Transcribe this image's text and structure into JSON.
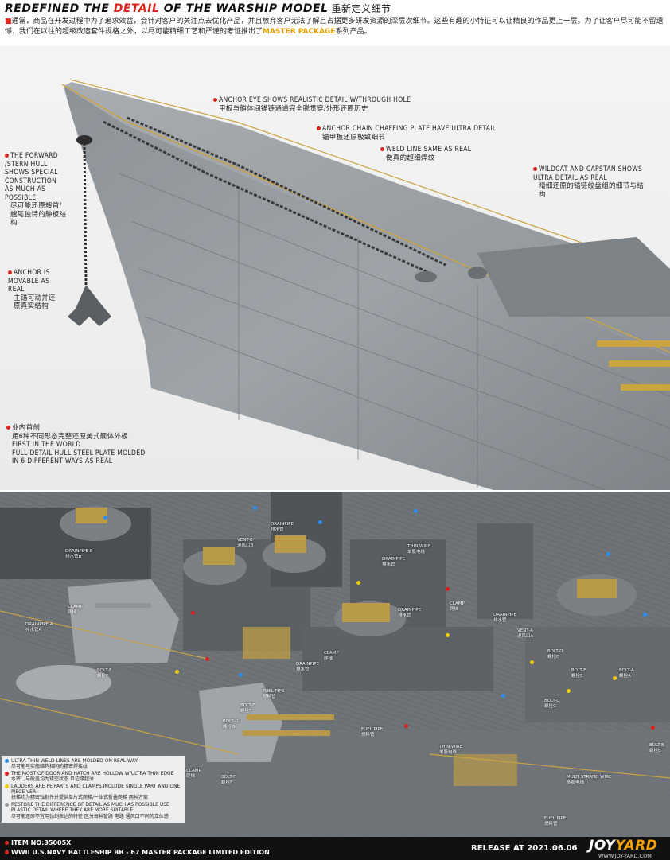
{
  "header": {
    "title_part1": "REDEFINED THE ",
    "title_highlight": "DETAIL",
    "title_part2": " OF THE WARSHIP MODEL",
    "title_cn": "重新定义细节",
    "intro_bullet": "■",
    "intro_text_1": "通常，商品在开发过程中为了追求效益，会针对客户的关注点去优化产品，并且放弃客户无法了解且占据更多研发资源的深层次细节。这些有趣的小特征可以让精良的作品更上一层。为了让客户尽可能不留遗憾，我们在以往的超级改造套件规格之外，以尽可能精细工艺和严谨的考证推出了",
    "intro_highlight": "MASTER PACKAGE",
    "intro_text_2": "系列产品。"
  },
  "callouts": {
    "anchor_eye": {
      "en": "ANCHOR EYE SHOWS REALISTIC DETAIL W/THROUGH HOLE",
      "cn": "甲板与艏体间锚链通道完全脱贯穿/外形还原历史"
    },
    "chain_plate": {
      "en": "ANCHOR CHAIN CHAFFING PLATE HAVE ULTRA DETAIL",
      "cn": "锚甲板还原极致细节"
    },
    "weld_line": {
      "en": "WELD LINE SAME AS REAL",
      "cn": "做真的超细焊纹"
    },
    "wildcat": {
      "en": "WILDCAT AND CAPSTAN SHOWS ULTRA DETAIL AS REAL",
      "cn": "精细还原的锚链绞盘组的细节与结构"
    },
    "forward_hull": {
      "en": "THE FORWARD /STERN HULL SHOWS SPECIAL CONSTRUCTION AS MUCH AS POSSIBLE",
      "cn": "尽可能还原艘首/艘尾独特的舯板结构"
    },
    "anchor": {
      "en": "ANCHOR IS MOVABLE AS REAL",
      "cn": "主锚可动并还原真实结构"
    },
    "first_world": {
      "cn1": "业内首创",
      "cn2": "用6种不同形态完整还原美式舰体外板",
      "en1": "FIRST IN THE WORLD",
      "en2": "FULL DETAIL HULL STEEL PLATE MOLDED",
      "en3": "IN 6 DIFFERENT WAYS AS REAL"
    }
  },
  "photo_labels": [
    {
      "en": "DRAINPIPE-B",
      "cn": "排水管B"
    },
    {
      "en": "DRAINPIPE-A",
      "cn": "排水管A"
    },
    {
      "en": "CLAMP",
      "cn": "爬梯"
    },
    {
      "en": "BOLT-F",
      "cn": "螺栓F"
    },
    {
      "en": "VENT-B",
      "cn": "通风口B"
    },
    {
      "en": "DRAINPIPE",
      "cn": "排水管"
    },
    {
      "en": "DRAINPIPE",
      "cn": "排水管"
    },
    {
      "en": "THIN WIRE",
      "cn": "单股电线"
    },
    {
      "en": "DRAINPIPE",
      "cn": "排水管"
    },
    {
      "en": "CLAMP",
      "cn": "爬梯"
    },
    {
      "en": "CLAMP",
      "cn": "爬梯"
    },
    {
      "en": "DRAINPIPE",
      "cn": "排水管"
    },
    {
      "en": "DRAINPIPE",
      "cn": "排水管"
    },
    {
      "en": "VENT-A",
      "cn": "通风口A"
    },
    {
      "en": "BOLT-D",
      "cn": "螺栓D"
    },
    {
      "en": "BOLT-E",
      "cn": "螺栓E"
    },
    {
      "en": "BOLT-A",
      "cn": "螺栓A"
    },
    {
      "en": "BOLT-C",
      "cn": "螺栓C"
    },
    {
      "en": "FUEL PIPE",
      "cn": "燃料管"
    },
    {
      "en": "BOLT-F",
      "cn": "螺栓F"
    },
    {
      "en": "BOLT-G",
      "cn": "螺栓G"
    },
    {
      "en": "FUEL PIPE",
      "cn": "燃料管"
    },
    {
      "en": "THIN WIRE",
      "cn": "单股电线"
    },
    {
      "en": "BOLT-B",
      "cn": "螺栓B"
    },
    {
      "en": "CLAMP",
      "cn": "爬梯"
    },
    {
      "en": "BOLT-F",
      "cn": "螺栓F"
    },
    {
      "en": "MULTI STRAND WIRE",
      "cn": "多股电线"
    },
    {
      "en": "FUEL PIPE",
      "cn": "燃料管"
    }
  ],
  "legend": [
    {
      "color": "#2a8df2",
      "en": "ULTRA THIN WELD LINES ARE MOLDED ON REAL WAY",
      "cn": "尽可能与实舰结构相同的精密焊接纹"
    },
    {
      "color": "#e01c1c",
      "en": "THE MOST OF DOOR AND HATCH ARE HOLLOW W/ULTRA THIN EDGE",
      "cn": "水密门与舱盖均为镂空状态 且边缘超薄"
    },
    {
      "color": "#f1d000",
      "en": "LADDERS ARE PE PARTS AND CLAMPS INCLUDE SINGLE PART AND ONE PIECE VER",
      "cn": "扶梯均为精密蚀刻件并提供单片式爬梯/一体式折叠爬梯 两种方案"
    },
    {
      "color": "#9a9a9a",
      "en": "RESTORE THE DIFFERENCE OF DETAIL AS MUCH AS POSSIBLE USE PLASTIC DETAIL WHERE THEY ARE MORE SUITABLE",
      "cn": "尽可能还原不宜用蚀刻表达的特征 区分每种管路 电路 通风口不同的立体感"
    }
  ],
  "footer": {
    "item_no": "ITEM NO:35005X",
    "item_name": "WWII U.S.NAVY BATTLESHIP BB - 67 MASTER  PACKAGE LIMITED EDITION",
    "release": "RELEASE AT 2021.06.06",
    "logo_a": "JOY",
    "logo_b": "YARD",
    "website": "WWW.JOY-YARD.COM"
  }
}
